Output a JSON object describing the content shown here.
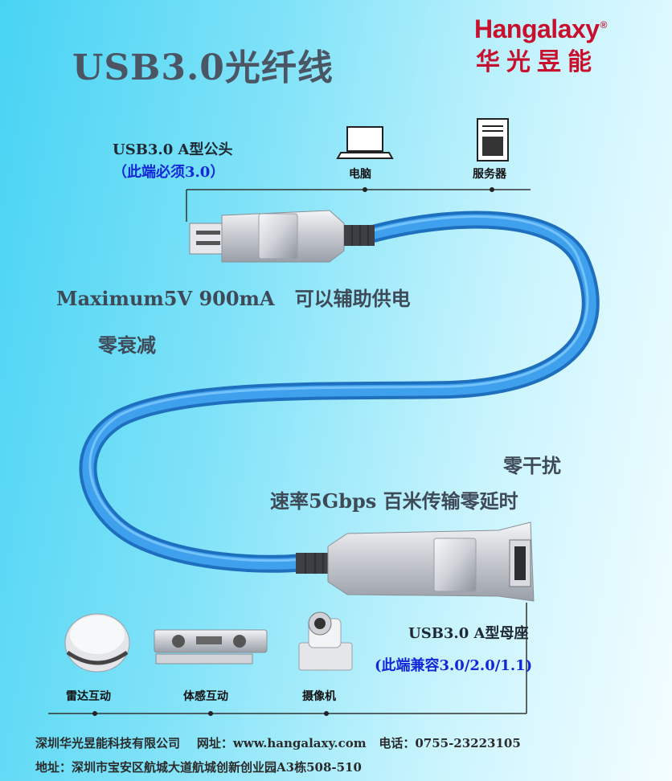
{
  "header": {
    "title": "USB3.0光纤线",
    "logo_en": "Hangalaxy",
    "logo_reg": "®",
    "logo_cn": "华光昱能"
  },
  "connector_a": {
    "label": "USB3.0 A型公头",
    "note": "（此端必须3.0）",
    "devices": [
      {
        "label": "电脑",
        "icon": "laptop-icon"
      },
      {
        "label": "服务器",
        "icon": "server-icon"
      }
    ]
  },
  "features": {
    "power": "Maximum5V 900mA   可以辅助供电",
    "attenuation": "零衰减",
    "interference": "零干扰",
    "speed": "速率5Gbps 百米传输零延时"
  },
  "connector_b": {
    "label": "USB3.0 A型母座",
    "note": "(此端兼容3.0/2.0/1.1)",
    "devices": [
      {
        "label": "雷达互动",
        "icon": "radar-device-icon"
      },
      {
        "label": "体感互动",
        "icon": "motion-sensor-icon"
      },
      {
        "label": "摄像机",
        "icon": "camera-icon"
      }
    ]
  },
  "footer": {
    "line1": "深圳华光昱能科技有限公司    网址：www.hangalaxy.com   电话：0755-23223105",
    "line2": "地址：深圳市宝安区航城大道航城创新创业园A3栋508-510"
  },
  "colors": {
    "cable": "#2f8fe0",
    "brand_red": "#c8102e",
    "note_blue": "#1326d8"
  }
}
